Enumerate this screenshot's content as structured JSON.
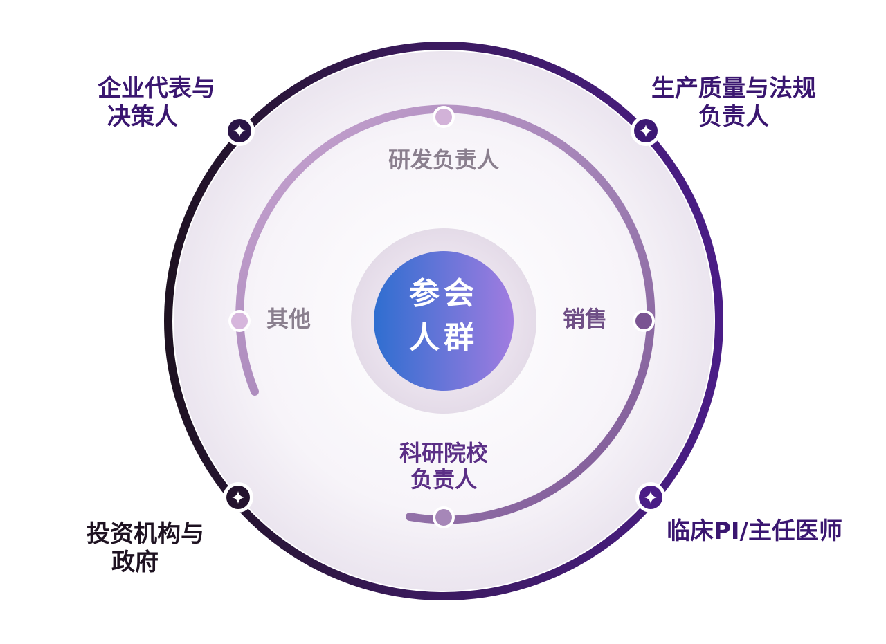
{
  "center": {
    "line1": "参会",
    "line2": "人群"
  },
  "outer_nodes": [
    {
      "id": "enterprise",
      "lines": [
        "企业代表与",
        "决策人"
      ]
    },
    {
      "id": "production",
      "lines": [
        "生产质量与法规",
        "负责人"
      ]
    },
    {
      "id": "investment",
      "lines": [
        "投资机构与",
        "政府"
      ]
    },
    {
      "id": "clinical",
      "lines": [
        "临床PI/主任医师"
      ]
    }
  ],
  "inner_nodes": [
    {
      "id": "rd",
      "lines": [
        "研发负责人"
      ]
    },
    {
      "id": "other",
      "lines": [
        "其他"
      ]
    },
    {
      "id": "sales",
      "lines": [
        "销售"
      ]
    },
    {
      "id": "research",
      "lines": [
        "科研院校",
        "负责人"
      ]
    }
  ],
  "colors": {
    "outer_ring_dark": "#1e1221",
    "outer_ring_purple": "#4a1d86",
    "inner_ring_light": "#c9a6d2",
    "inner_ring_dark": "#7a5492",
    "node_dark": "#3a1670",
    "center_blue": "#2f6ed0",
    "center_violet": "#a07ce0"
  },
  "icons": {
    "outer_marker": "sparkle-icon"
  }
}
